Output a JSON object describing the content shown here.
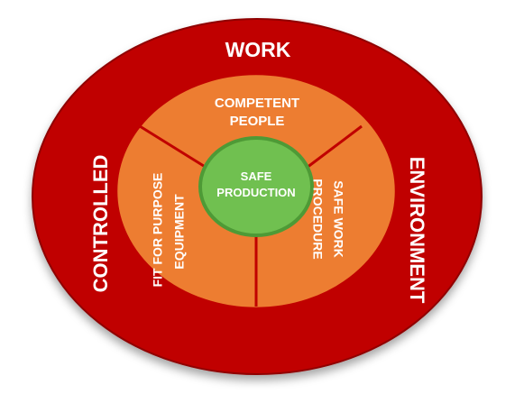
{
  "outer_ring": {
    "top_label": "WORK",
    "left_label": "CONTROLLED",
    "right_label": "ENVIRONMENT",
    "fill": "#c00000",
    "stroke": "#8f0000"
  },
  "middle_ring": {
    "top_segment": [
      "COMPETENT",
      "PEOPLE"
    ],
    "left_segment": [
      "FIT FOR PURPOSE",
      "EQUIPMENT"
    ],
    "right_segment": [
      "SAFE WORK",
      "PROCEDURE"
    ],
    "fill": "#ed7d31",
    "stroke": "#c00000"
  },
  "center": {
    "lines": [
      "SAFE",
      "PRODUCTION"
    ],
    "fill": "#70c050",
    "stroke": "#4e9a36"
  },
  "label_color": "#ffffff"
}
